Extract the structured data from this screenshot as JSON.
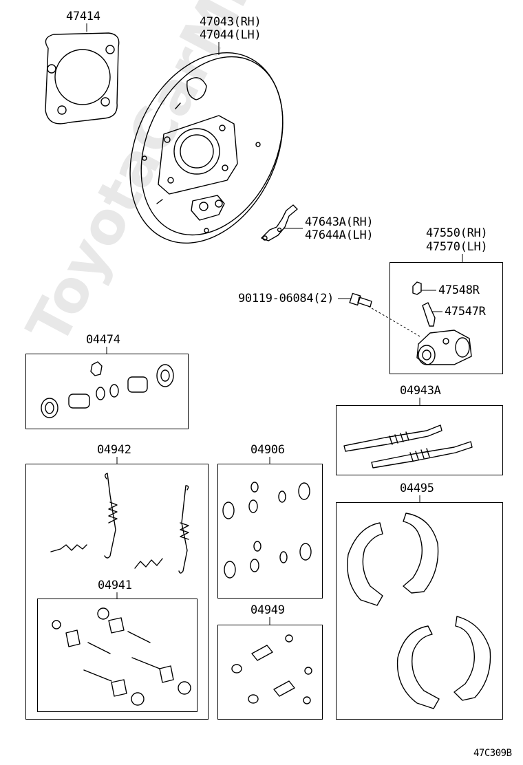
{
  "watermark": "ToyotaCarMine.ru",
  "diagram_code": "47C309B",
  "labels": {
    "p47414": "47414",
    "p47043": "47043(RH)",
    "p47044": "47044(LH)",
    "p47643a": "47643A(RH)",
    "p47644a": "47644A(LH)",
    "p47550": "47550(RH)",
    "p47570": "47570(LH)",
    "p47548r": "47548R",
    "p47547r": "47547R",
    "p90119": "90119-06084(2)",
    "p04474": "04474",
    "p04943a": "04943A",
    "p04942": "04942",
    "p04906": "04906",
    "p04495": "04495",
    "p04941": "04941",
    "p04949": "04949"
  }
}
